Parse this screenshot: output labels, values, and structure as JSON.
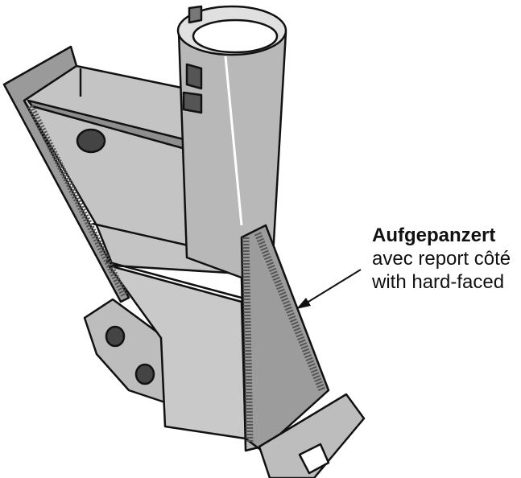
{
  "callout": {
    "title": "Aufgepanzert",
    "line2": "avec report côté",
    "line3": "with hard-faced"
  },
  "colors": {
    "metal_light": "#c9c9c9",
    "metal_mid": "#a9a9a9",
    "metal_dark": "#7d7d7d",
    "outline": "#111111"
  }
}
